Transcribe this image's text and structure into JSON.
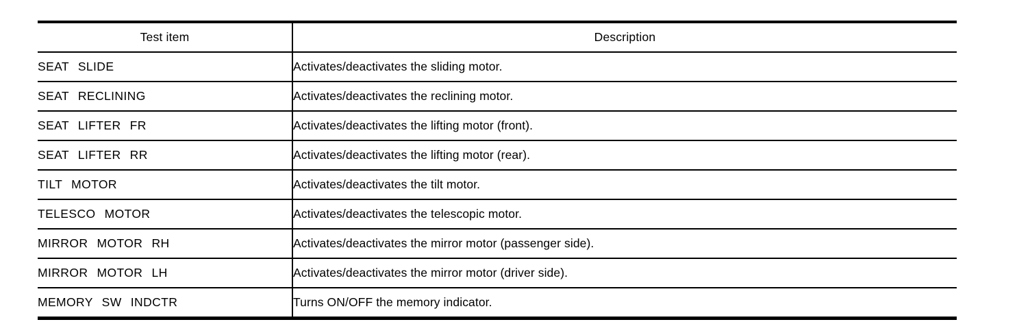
{
  "table": {
    "headers": {
      "item": "Test item",
      "description": "Description"
    },
    "rows": [
      {
        "item": "SEAT SLIDE",
        "description": "Activates/deactivates the sliding motor."
      },
      {
        "item": "SEAT RECLINING",
        "description": "Activates/deactivates the reclining motor."
      },
      {
        "item": "SEAT LIFTER FR",
        "description": "Activates/deactivates the lifting motor (front)."
      },
      {
        "item": "SEAT LIFTER RR",
        "description": "Activates/deactivates the lifting motor (rear)."
      },
      {
        "item": "TILT MOTOR",
        "description": "Activates/deactivates the tilt motor."
      },
      {
        "item": "TELESCO MOTOR",
        "description": "Activates/deactivates the telescopic motor."
      },
      {
        "item": "MIRROR MOTOR RH",
        "description": "Activates/deactivates the mirror motor (passenger side)."
      },
      {
        "item": "MIRROR MOTOR LH",
        "description": "Activates/deactivates the mirror motor (driver side)."
      },
      {
        "item": "MEMORY SW INDCTR",
        "description": "Turns ON/OFF the memory indicator."
      }
    ],
    "text_color": "#000000",
    "border_color": "#000000",
    "background_color": "#ffffff"
  }
}
